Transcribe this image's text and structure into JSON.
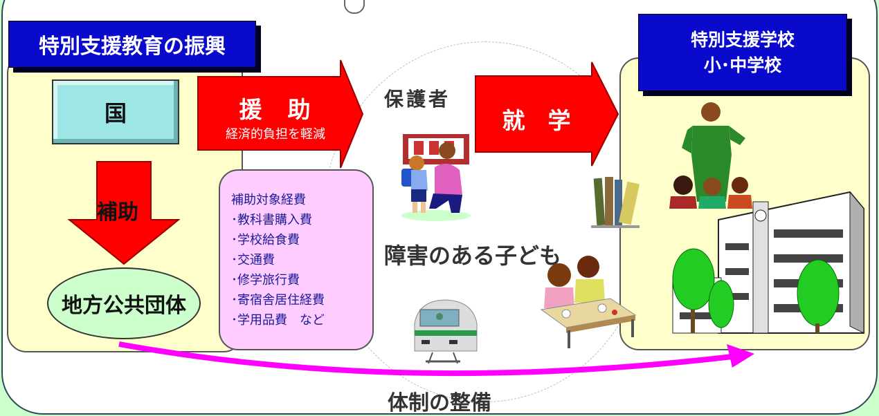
{
  "colors": {
    "background": "#ccffcc",
    "title_box": "#0a0acc",
    "panel_yellow": "#ffffcc",
    "arrow_red": "#ff0000",
    "subsidy_box": "#ffccff",
    "kuni_box": "#9ee6e6",
    "magenta_arrow": "#ff00ff"
  },
  "left_title": "特別支援教育の振興",
  "right_title_line1": "特別支援学校",
  "right_title_line2": "小･中学校",
  "kuni": "国",
  "hojo": "補助",
  "local_gov": "地方公共団体",
  "enjo": "援　助",
  "enjo_sub": "経済的負担を軽減",
  "guardian": "保護者",
  "shugaku": "就　学",
  "children": "障害のある子ども",
  "subsidy": {
    "heading": "補助対象経費",
    "items": [
      "･教科書購入費",
      "･学校給食費",
      "･交通費",
      "･修学旅行費",
      "･寄宿舎居住経費",
      "･学用品費　など"
    ]
  },
  "system": "体制の整備",
  "icons": [
    "mother-child-clipart",
    "books-clipart",
    "train-clipart",
    "school-lunch-clipart",
    "teacher-clipart",
    "school-building-clipart"
  ]
}
